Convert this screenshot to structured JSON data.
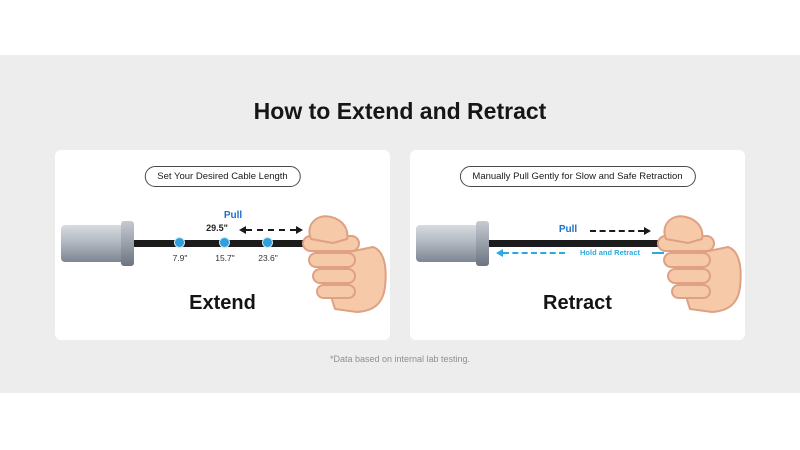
{
  "title": "How to Extend and Retract",
  "footnote": "*Data based on internal lab testing.",
  "panels": {
    "extend": {
      "caption": "Set Your Desired Cable Length",
      "pull_label": "Pull",
      "total_length": "29.5\"",
      "markers": [
        "7.9\"",
        "15.7\"",
        "23.6\""
      ],
      "label": "Extend"
    },
    "retract": {
      "caption": "Manually Pull Gently for Slow and Safe Retraction",
      "pull_label": "Pull",
      "hold_label": "Hold and Retract",
      "label": "Retract"
    }
  },
  "colors": {
    "pull_blue": "#1d6fd1",
    "retract_cyan": "#2BAAE2",
    "cable_black": "#1c1c1c",
    "background_gray": "#ededed"
  }
}
